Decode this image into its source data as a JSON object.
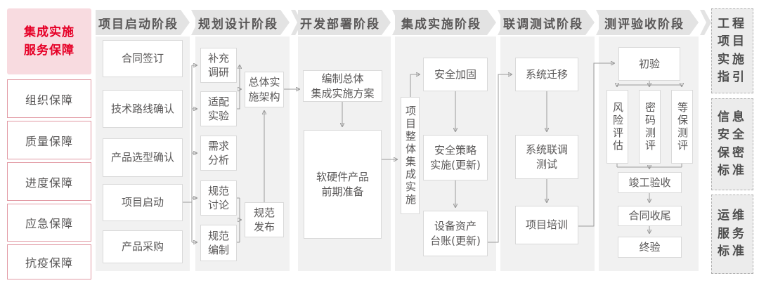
{
  "left_sidebar": {
    "title": "集成实施\n服务保障",
    "items": [
      "组织保障",
      "质量保障",
      "进度保障",
      "应急保障",
      "抗疫保障"
    ]
  },
  "flow": {
    "c1": {
      "header": "项目启动阶段",
      "b1": "合同签订",
      "b2": "技术路线确认",
      "b3": "产品选型确认",
      "b4": "项目启动",
      "b5": "产品采购"
    },
    "c2": {
      "header": "规划设计阶段",
      "b1": "补充\n调研",
      "b2": "适配\n实验",
      "b3": "需求\n分析",
      "b4": "规范\n讨论",
      "b5": "规范\n编制",
      "b6": "总体实\n施架构",
      "b7": "规范\n发布"
    },
    "c3": {
      "header": "开发部署阶段",
      "b1": "编制总体\n集成实施方案",
      "b2": "软硬件产品\n前期准备"
    },
    "c4": {
      "header": "集成实施阶段",
      "b1": "项目整体集成实施",
      "b2": "安全加固",
      "b3": "安全策略\n实施(更新)",
      "b4": "设备资产\n台账(更新)"
    },
    "c5": {
      "header": "联调测试阶段",
      "b1": "系统迁移",
      "b2": "系统联调\n测试",
      "b3": "项目培训"
    },
    "c6": {
      "header": "测评验收阶段",
      "b1": "初验",
      "b2": "风险评估",
      "b3": "密码测评",
      "b4": "等保测评",
      "b5": "竣工验收",
      "b6": "合同收尾",
      "b7": "终验"
    }
  },
  "right_sidebar": {
    "r1": "工程\n项目\n实施\n指引",
    "r2": "信息\n安全\n保密\n标准",
    "r3": "运维\n服务\n标准"
  },
  "colors": {
    "accent_red": "#e60027",
    "pink_background": "#f8dbe0",
    "pink_border": "#e29aa4",
    "panel_gray": "#f1f1f1",
    "band_gray": "#e3e3e3",
    "box_border": "#d9d9d9",
    "text_gray": "#595757",
    "connector_gray": "#9b9b9b"
  }
}
